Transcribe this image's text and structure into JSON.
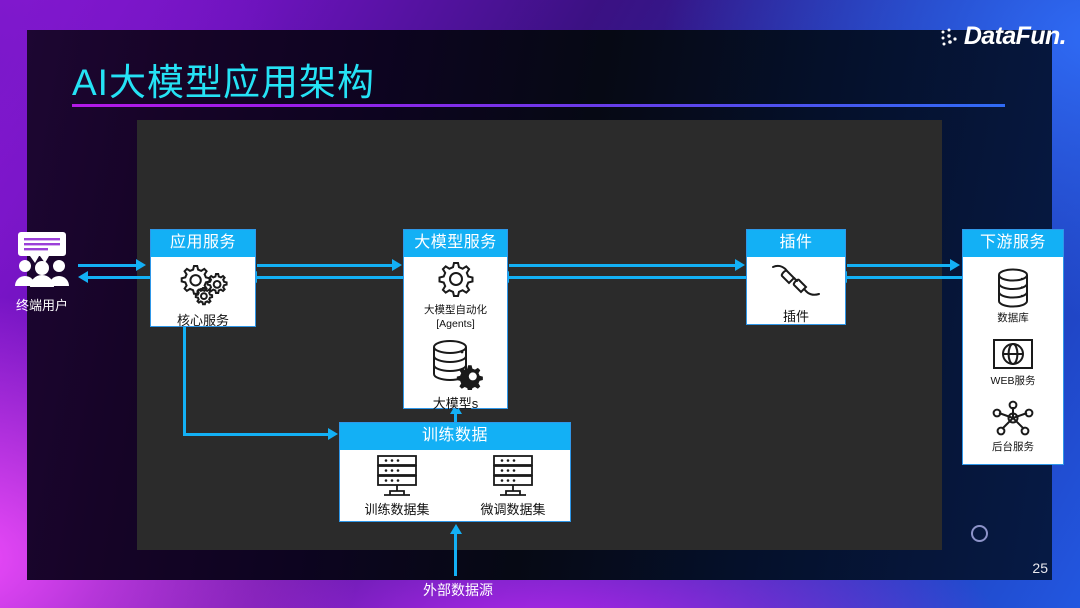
{
  "slide": {
    "title": "AI大模型应用架构",
    "page_number": "25",
    "brand": "DataFun.",
    "accent_cyan": "#25e2f5",
    "accent_blue": "#13b0f5",
    "panel_bg": "#2b2b2b"
  },
  "diagram": {
    "end_user": {
      "label": "终端用户"
    },
    "external_source": {
      "label": "外部数据源"
    },
    "nodes": [
      {
        "id": "app-service",
        "header": "应用服务",
        "items": [
          {
            "caption": "核心服务",
            "icon": "gears-icon"
          }
        ]
      },
      {
        "id": "llm-service",
        "header": "大模型服务",
        "items": [
          {
            "caption": "大模型自动化",
            "caption2": "[Agents]",
            "icon": "gear-icon"
          },
          {
            "caption": "大模型s",
            "icon": "database-gear-icon"
          }
        ]
      },
      {
        "id": "plugin",
        "header": "插件",
        "items": [
          {
            "caption": "插件",
            "icon": "plug-icon"
          }
        ]
      },
      {
        "id": "downstream",
        "header": "下游服务",
        "items": [
          {
            "caption": "数据库",
            "icon": "database-icon"
          },
          {
            "caption": "WEB服务",
            "icon": "globe-icon"
          },
          {
            "caption": "后台服务",
            "icon": "network-nodes-icon"
          }
        ]
      },
      {
        "id": "training-data",
        "header": "训练数据",
        "items": [
          {
            "caption": "训练数据集",
            "icon": "server-icon"
          },
          {
            "caption": "微调数据集",
            "icon": "server-icon"
          }
        ]
      }
    ]
  }
}
